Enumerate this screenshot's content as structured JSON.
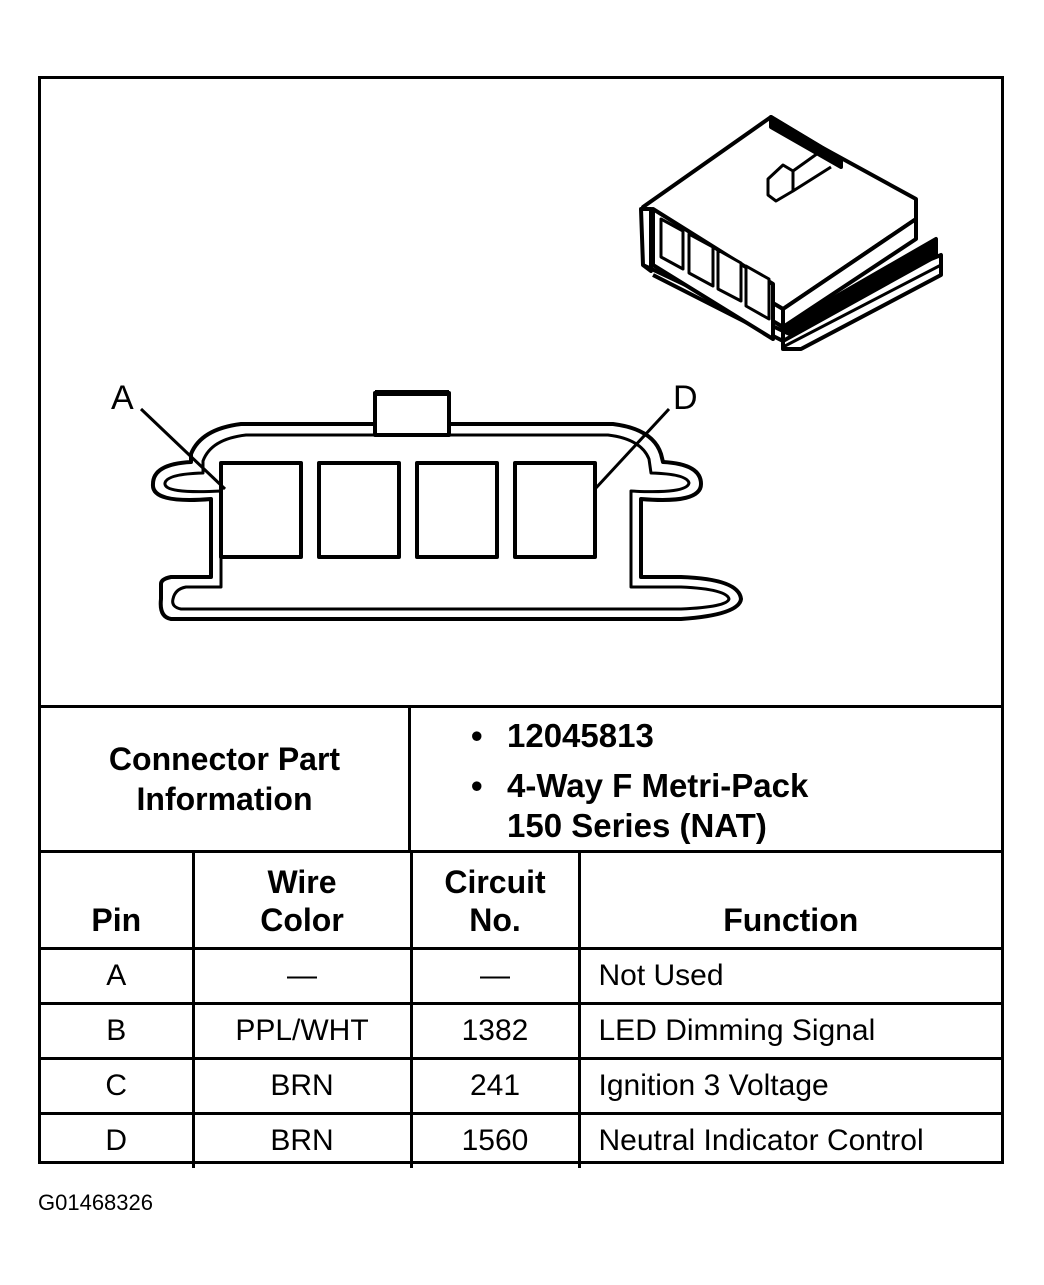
{
  "part_info": {
    "label": "Connector Part Information",
    "items": [
      "12045813",
      "4-Way F Metri-Pack",
      "150 Series (NAT)"
    ]
  },
  "callouts": {
    "left": "A",
    "right": "D"
  },
  "table": {
    "headers": {
      "pin": "Pin",
      "wire_color": "Wire Color",
      "circuit": "Circuit No.",
      "function": "Function"
    },
    "rows": [
      {
        "pin": "A",
        "wire_color": "—",
        "circuit": "—",
        "function": "Not Used"
      },
      {
        "pin": "B",
        "wire_color": "PPL/WHT",
        "circuit": "1382",
        "function": "LED Dimming Signal"
      },
      {
        "pin": "C",
        "wire_color": "BRN",
        "circuit": "241",
        "function": "Ignition 3 Voltage"
      },
      {
        "pin": "D",
        "wire_color": "BRN",
        "circuit": "1560",
        "function": "Neutral Indicator Control"
      }
    ]
  },
  "figure_id": "G01468326"
}
